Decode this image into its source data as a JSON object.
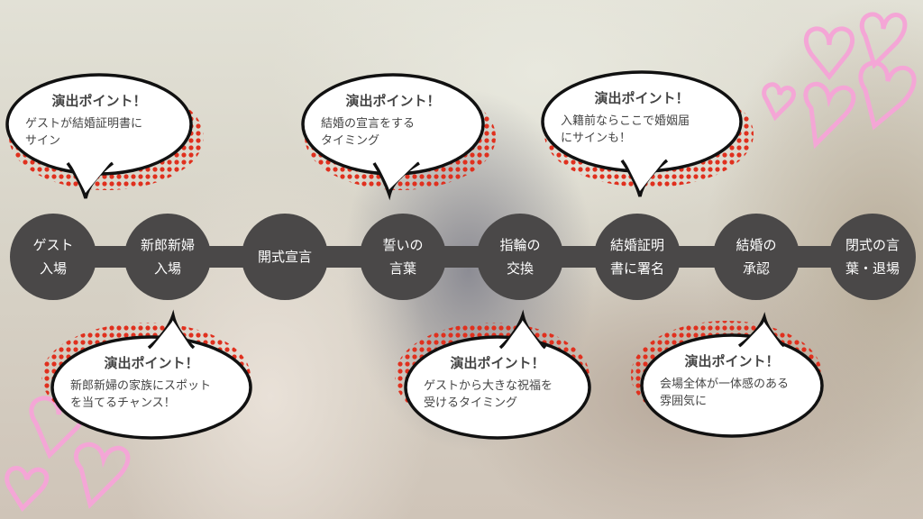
{
  "timeline": [
    {
      "label": "ゲスト\n入場"
    },
    {
      "label": "新郎新婦\n入場"
    },
    {
      "label": "開式宣言"
    },
    {
      "label": "誓いの\n言葉"
    },
    {
      "label": "指輪の\n交換"
    },
    {
      "label": "結婚証明\n書に署名"
    },
    {
      "label": "結婚の\n承認"
    },
    {
      "label": "閉式の言\n葉・退場"
    }
  ],
  "bubbles": [
    {
      "title": "演出ポイント！",
      "body": "ゲストが結婚証明書に\nサイン"
    },
    {
      "title": "演出ポイント！",
      "body": "結婚の宣言をする\nタイミング"
    },
    {
      "title": "演出ポイント！",
      "body": "入籍前ならここで婚姻届\nにサインも！"
    },
    {
      "title": "演出ポイント！",
      "body": "新郎新婦の家族にスポット\nを当てるチャンス！"
    },
    {
      "title": "演出ポイント！",
      "body": "ゲストから大きな祝福を\n受けるタイミング"
    },
    {
      "title": "演出ポイント！",
      "body": "会場全体が一体感のある\n雰囲気に"
    }
  ],
  "colors": {
    "node": "#4a4848",
    "accent_dots": "#e0301e",
    "hearts": "#f4a6d6"
  }
}
